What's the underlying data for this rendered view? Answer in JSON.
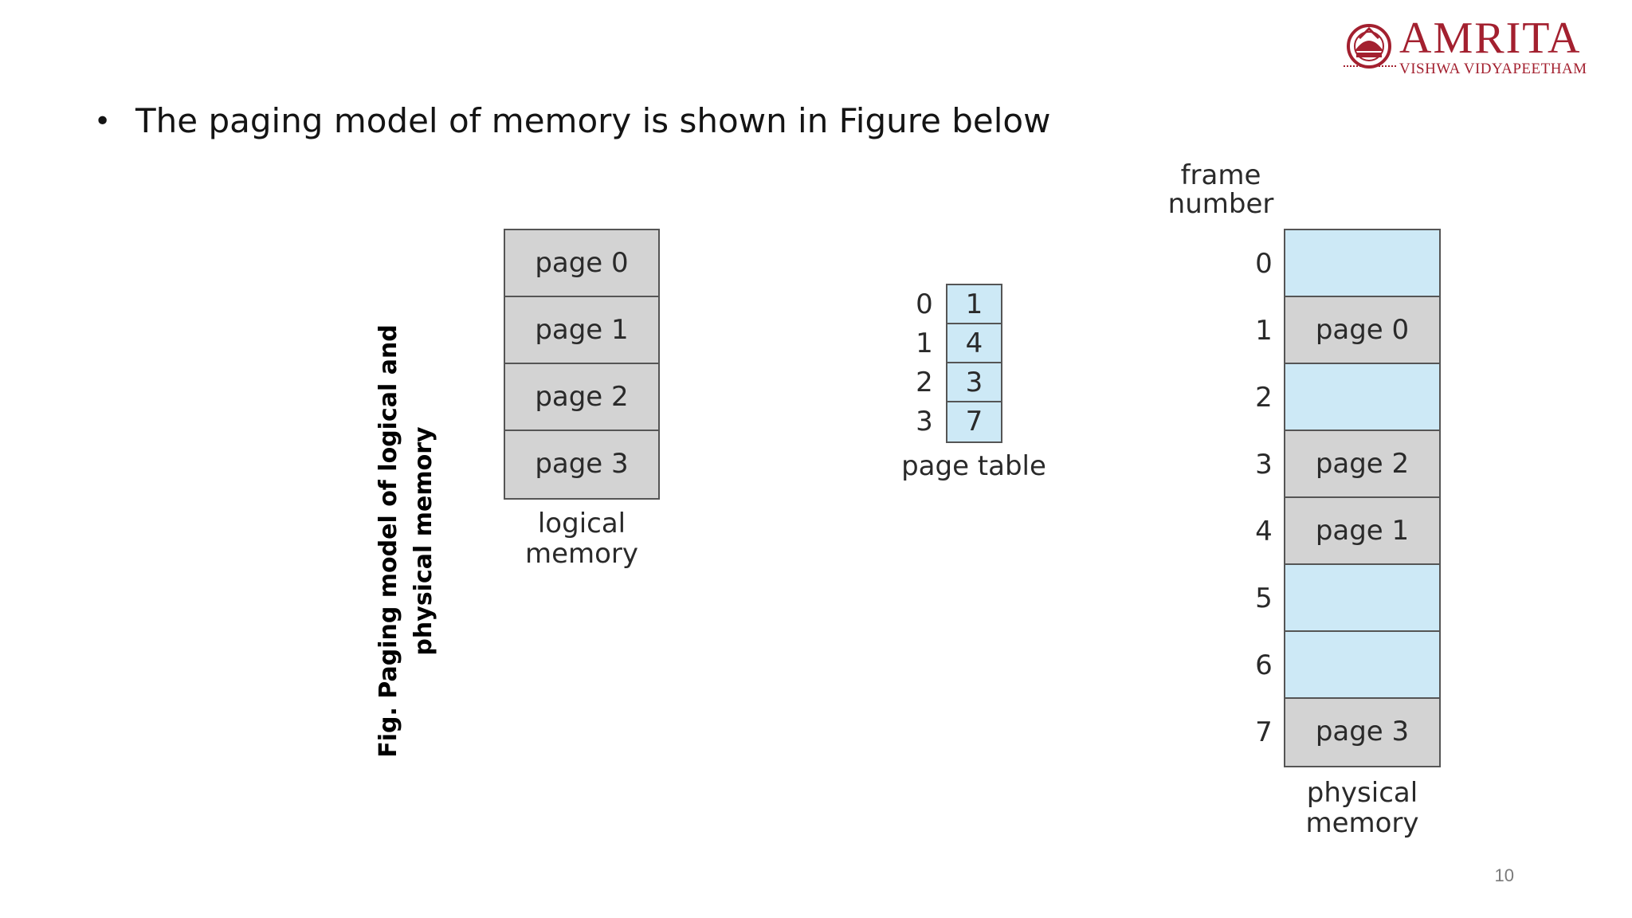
{
  "logo": {
    "brand": "AMRITA",
    "sub": "VISHWA VIDYAPEETHAM"
  },
  "bullet": {
    "text": "The paging model of memory is shown in Figure below"
  },
  "caption": "Fig. Paging model of logical and physical memory",
  "logical_memory": {
    "pages": [
      "page 0",
      "page 1",
      "page 2",
      "page 3"
    ],
    "label": "logical memory"
  },
  "page_table": {
    "indices": [
      "0",
      "1",
      "2",
      "3"
    ],
    "frames": [
      "1",
      "4",
      "3",
      "7"
    ],
    "label": "page table"
  },
  "physical_memory": {
    "header": "frame number",
    "frame_numbers": [
      "0",
      "1",
      "2",
      "3",
      "4",
      "5",
      "6",
      "7"
    ],
    "frames": [
      "",
      "page 0",
      "",
      "page 2",
      "page 1",
      "",
      "",
      "page 3"
    ],
    "label": "physical memory"
  },
  "colors": {
    "brand": "#a3202f",
    "page_gray": "#d3d3d3",
    "frame_blue": "#cde9f6"
  },
  "slide_number": "10"
}
